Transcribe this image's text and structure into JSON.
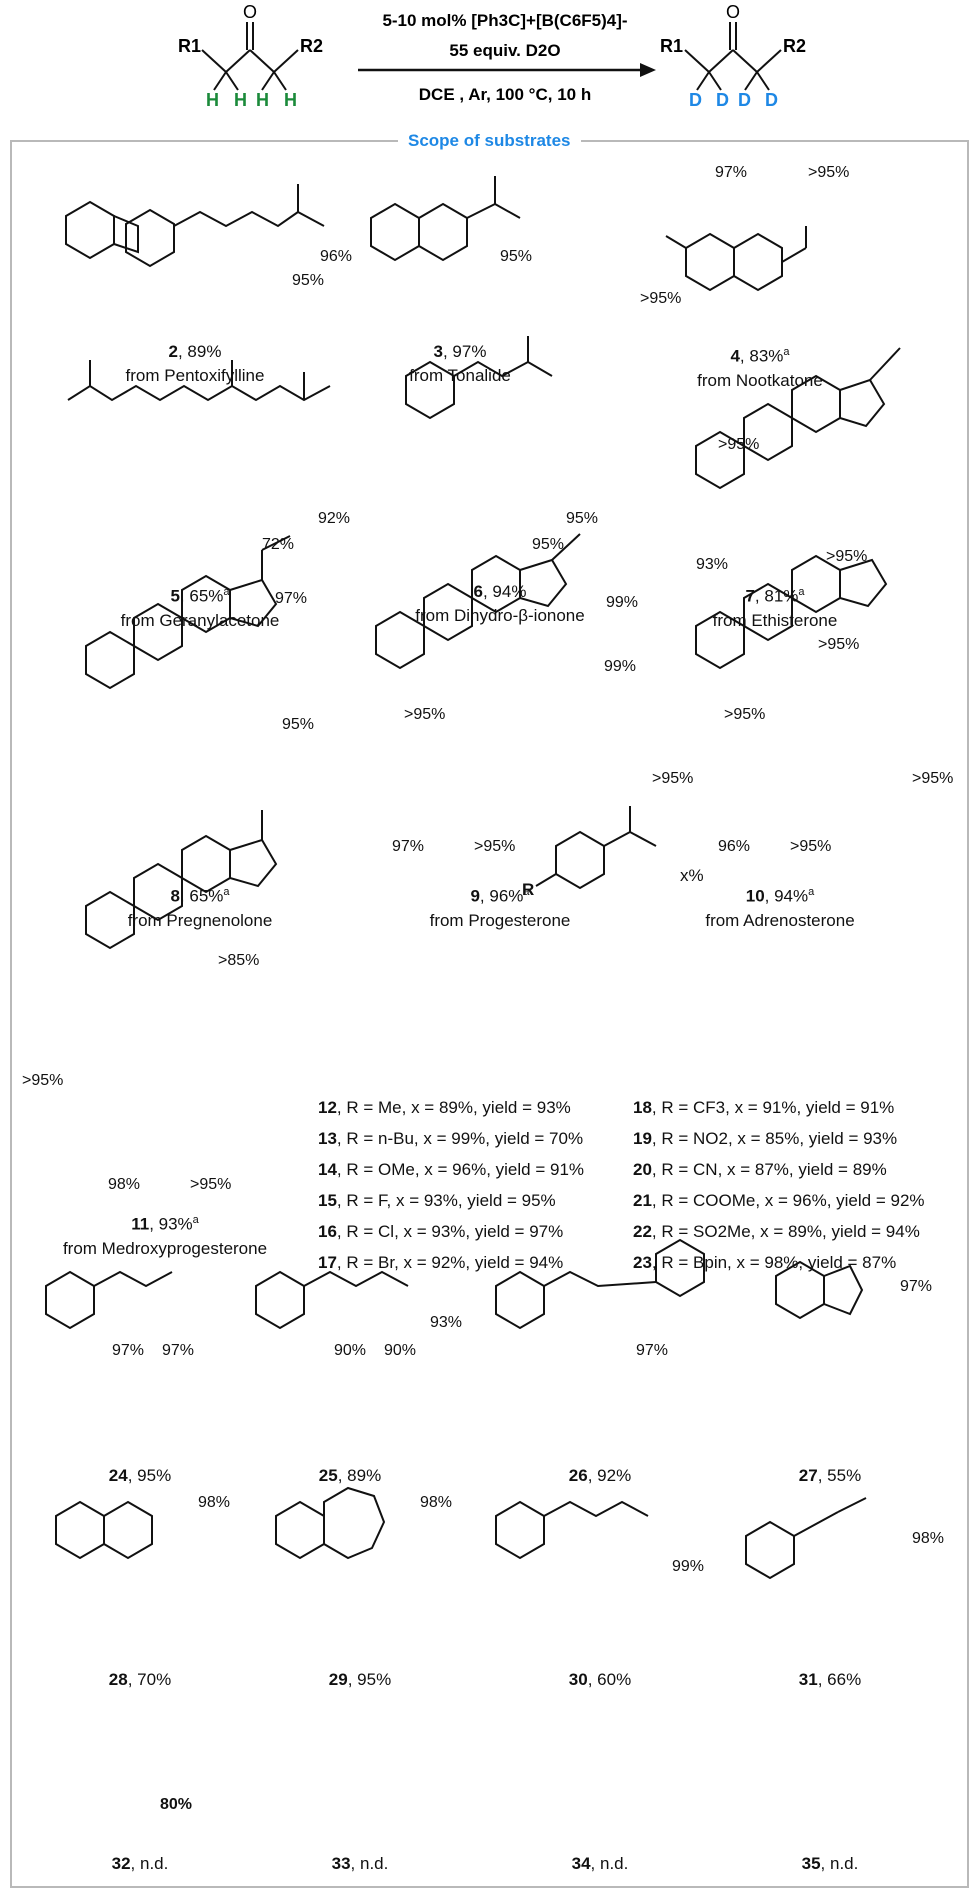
{
  "colors": {
    "deuterium_blue": "#1e88e5",
    "hydrogen_green": "#1b8a3a",
    "frame_gray": "#b9b9b9"
  },
  "reaction": {
    "cond_catalyst": "5-10 mol% [Ph3C]+[B(C6F5)4]-",
    "cond_d2o": "55 equiv. D2O",
    "cond_line2": "DCE , Ar, 100 °C, 10 h",
    "r1": "R1",
    "r2": "R2",
    "h": "H",
    "d": "D",
    "o": "O"
  },
  "scope_title": "Scope of substrates",
  "compounds": [
    {
      "id": "2",
      "yield": ", 89%",
      "note": "",
      "source": "from Pentoxifylline",
      "d_pct": [
        "95%",
        "96%"
      ]
    },
    {
      "id": "3",
      "yield": ", 97%",
      "note": "",
      "source": "from Tonalide",
      "d_pct": [
        "95%"
      ]
    },
    {
      "id": "4",
      "yield": ", 83%",
      "note": "a",
      "source": "from Nootkatone",
      "d_pct": [
        "97%",
        ">95%",
        ">95%"
      ]
    },
    {
      "id": "5",
      "yield": ", 65%",
      "note": "a",
      "source": "from Geranylacetone",
      "d_pct": [
        "72%",
        "92%"
      ]
    },
    {
      "id": "6",
      "yield": ", 94%",
      "note": "",
      "source": "from Dihydro-β-ionone",
      "d_pct": [
        "95%",
        "95%"
      ]
    },
    {
      "id": "7",
      "yield": ", 81%",
      "note": "a",
      "source": "from Ethisterone",
      "d_pct": [
        ">95%",
        "93%",
        ">95%"
      ]
    },
    {
      "id": "8",
      "yield": ", 65%",
      "note": "a",
      "source": "from Pregnenolone",
      "d_pct": [
        "97%",
        "95%"
      ]
    },
    {
      "id": "9",
      "yield": ", 96%",
      "note": "a",
      "source": "from Progesterone",
      "d_pct": [
        "99%",
        "99%",
        ">95%",
        "97%",
        ">95%"
      ]
    },
    {
      "id": "10",
      "yield": ", 94%",
      "note": "a",
      "source": "from Adrenosterone",
      "d_pct": [
        ">95%",
        ">95%",
        ">95%",
        ">95%",
        "96%",
        ">95%"
      ]
    },
    {
      "id": "11",
      "yield": ", 93%",
      "note": "a",
      "source": "from Medroxyprogesterone",
      "d_pct": [
        ">85%",
        ">95%",
        "98%",
        ">95%"
      ]
    }
  ],
  "aryl_template": {
    "label_r": "R",
    "label_x": "x%"
  },
  "aryl_rows_left": [
    {
      "id": "12",
      "text": ", R = Me, x = 89%, yield = 93%"
    },
    {
      "id": "13",
      "text": ", R = n-Bu, x = 99%, yield = 70%"
    },
    {
      "id": "14",
      "text": ", R = OMe, x = 96%, yield = 91%"
    },
    {
      "id": "15",
      "text": ", R = F, x = 93%, yield = 95%"
    },
    {
      "id": "16",
      "text": ", R = Cl, x = 93%, yield = 97%"
    },
    {
      "id": "17",
      "text": ", R = Br, x = 92%, yield = 94%"
    }
  ],
  "aryl_rows_right": [
    {
      "id": "18",
      "text": ", R = CF3, x = 91%, yield = 91%"
    },
    {
      "id": "19",
      "text": ", R = NO2, x = 85%, yield = 93%"
    },
    {
      "id": "20",
      "text": ", R = CN, x = 87%, yield = 89%"
    },
    {
      "id": "21",
      "text": ", R = COOMe, x = 96%, yield = 92%"
    },
    {
      "id": "22",
      "text": ", R = SO2Me, x = 89%, yield = 94%"
    },
    {
      "id": "23",
      "text": ", R = Bpin, x = 98%, yield = 87%"
    }
  ],
  "simple_compounds": [
    {
      "id": "24",
      "yield": ", 95%",
      "d_pct": [
        "97%",
        "97%"
      ]
    },
    {
      "id": "25",
      "yield": ", 89%",
      "d_pct": [
        "90%",
        "90%",
        "93%"
      ]
    },
    {
      "id": "26",
      "yield": ", 92%",
      "d_pct": [
        "97%"
      ]
    },
    {
      "id": "27",
      "yield": ", 55%",
      "d_pct": [
        "97%"
      ]
    },
    {
      "id": "28",
      "yield": ", 70%",
      "d_pct": [
        "98%"
      ]
    },
    {
      "id": "29",
      "yield": ", 95%",
      "d_pct": [
        "98%"
      ]
    },
    {
      "id": "30",
      "yield": ", 60%",
      "d_pct": [
        "99%"
      ]
    },
    {
      "id": "31",
      "yield": ", 66%",
      "d_pct": [
        "98%"
      ]
    },
    {
      "id": "32",
      "yield": ", n.d.",
      "d_pct": [
        "80%"
      ]
    },
    {
      "id": "33",
      "yield": ", n.d.",
      "d_pct": []
    },
    {
      "id": "34",
      "yield": ", n.d.",
      "d_pct": []
    },
    {
      "id": "35",
      "yield": ", n.d.",
      "d_pct": []
    }
  ]
}
